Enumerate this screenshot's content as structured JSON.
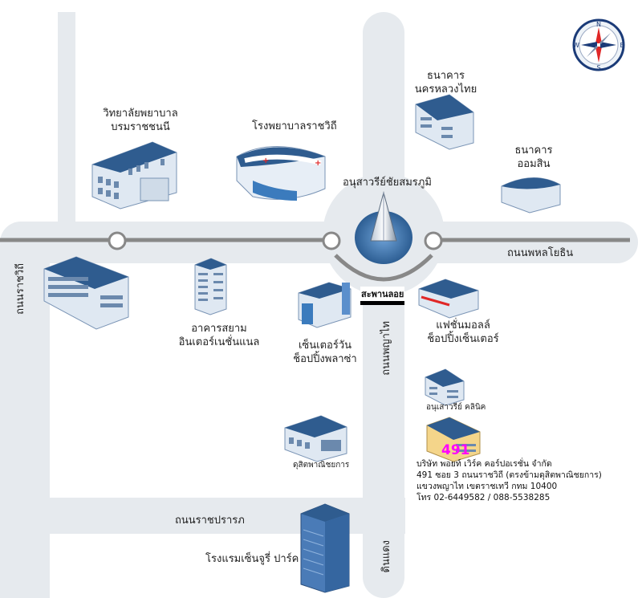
{
  "roads": {
    "phahonyothin": "ถนนพหลโยธิน",
    "ratchawithi": "ถนนราชวิถี",
    "phayathai": "ถนนพญาไท",
    "ratchaprarop": "ถนนราชปรารภ",
    "dindaeng": "ดินแดง"
  },
  "landmarks": {
    "monument": "อนุสาวรีย์ชัยสมรภูมิ",
    "skywalk": "สะพานลอย",
    "nursing_college": [
      "วิทยาลัยพยาบาล",
      "บรมราชชนนี"
    ],
    "rajavithi_hospital": "โรงพยาบาลราชวิถี",
    "bank_nakhonluang": [
      "ธนาคาร",
      "นครหลวงไทย"
    ],
    "bank_gsb": [
      "ธนาคาร",
      "ออมสิน"
    ],
    "siam_tower": [
      "อาคารสยาม",
      "อินเตอร์เนชั่นแนล"
    ],
    "center_one": [
      "เซ็นเตอร์วัน",
      "ช็อปปิ้งพลาซ่า"
    ],
    "fashion_mall": [
      "แฟชั่นมอลล์",
      "ช็อปปิ้งเซ็นเตอร์"
    ],
    "clinic": "อนุเสาวรีย์ คลินิค",
    "dusit": "ดุสิตพาณิชยการ",
    "century_park": "โรงแรมเซ็นจูรี่ ปาร์ค"
  },
  "company": {
    "number": "491",
    "lines": [
      "บริษัท พอยท์ เวิร์ค คอร์ปอเรชั่น จำกัด",
      "491 ซอย 3 ถนนราชวิถี (ตรงข้ามดุสิตพาณิชยการ)",
      "แขวงพญาไท เขตราชเทวี กทม 10400",
      "โทร 02-6449582 / 088-5538285"
    ]
  },
  "compass": {
    "n": "N",
    "s": "S",
    "e": "E",
    "w": "W"
  },
  "colors": {
    "road": "#e6eaee",
    "centerline": "#888888",
    "building": "#4a7bb7",
    "roof": "#2f4e7a",
    "accent": "#ff00ff"
  }
}
